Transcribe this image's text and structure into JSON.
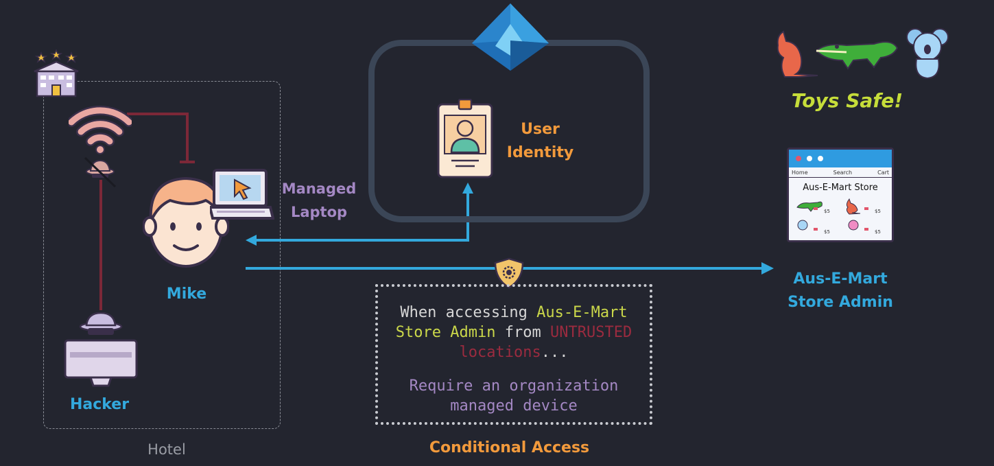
{
  "hotel": {
    "label": "Hotel"
  },
  "actors": {
    "mike": "Mike",
    "hacker": "Hacker",
    "managed_laptop": [
      "Managed",
      "Laptop"
    ]
  },
  "identity": {
    "label": [
      "User",
      "Identity"
    ]
  },
  "toys": {
    "label": "Toys Safe!"
  },
  "store": {
    "window_nav": [
      "Home",
      "Search",
      "Cart"
    ],
    "window_title": "Aus-E-Mart Store",
    "item_price": "$5",
    "admin_label": [
      "Aus-E-Mart",
      "Store Admin"
    ]
  },
  "policy": {
    "line1_white": "When accessing ",
    "line1_yellow": "Aus-E-Mart",
    "line2_yellow": "Store Admin",
    "line2_white": " from ",
    "line2_red": "UNTRUSTED",
    "line3_red": "locations",
    "line3_white": "...",
    "line4": "Require an organization",
    "line5": "managed device",
    "title": "Conditional Access"
  },
  "colors": {
    "background": "#23252f",
    "accent_blue": "#33a9dd",
    "accent_orange": "#f29a3c",
    "accent_purple": "#a488c4",
    "link_red": "#7c2838",
    "toys_green": "#c6dd3a"
  }
}
